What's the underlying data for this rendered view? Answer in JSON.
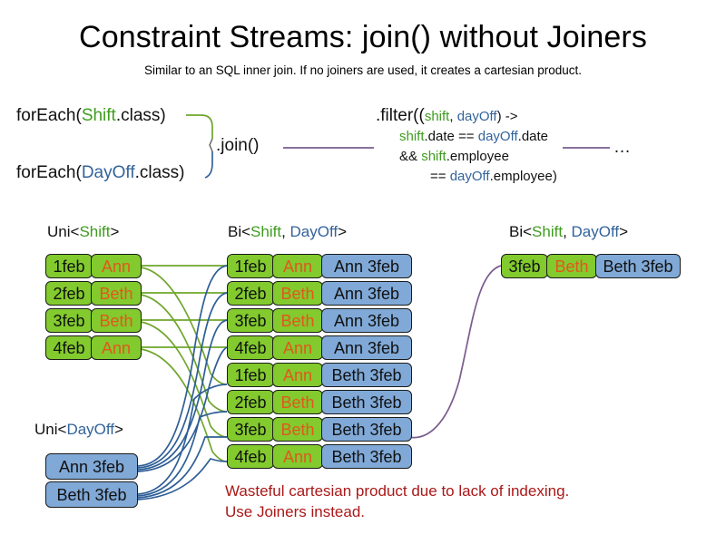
{
  "title": "Constraint Streams: join() without Joiners",
  "subtitle": "Similar to an SQL inner join. If no joiners are used, it creates a cartesian product.",
  "code": {
    "for_each_shift": {
      "prefix": "forEach(",
      "type": "Shift",
      "suffix": ".class)"
    },
    "for_each_dayoff": {
      "prefix": "forEach(",
      "type": "DayOff",
      "suffix": ".class)"
    },
    "join_label": ".join()",
    "ellipsis": "…",
    "filter": {
      "line1_a": ".filter((",
      "line1_shift": "shift",
      "line1_comma": ", ",
      "line1_dayoff": "dayOff",
      "line1_b": ") ->",
      "line2_shift": "shift",
      "line2_mid": ".date == ",
      "line2_dayoff": "dayOff",
      "line2_end": ".date",
      "line3_a": "&& ",
      "line3_shift": "shift",
      "line3_end": ".employee",
      "line4_a": "== ",
      "line4_dayoff": "dayOff",
      "line4_end": ".employee)"
    }
  },
  "captions": {
    "shift": {
      "pre": "Uni<",
      "type": "Shift",
      "post": ">"
    },
    "bi": {
      "pre": "Bi<",
      "type_a": "Shift",
      "sep": ", ",
      "type_b": "DayOff",
      "post": ">"
    },
    "dayoff": {
      "pre": "Uni<",
      "type": "DayOff",
      "post": ">"
    },
    "result": {
      "pre": "Bi<",
      "type_a": "Shift",
      "sep": ", ",
      "type_b": "DayOff",
      "post": ">"
    }
  },
  "streams": {
    "shift_rows": [
      {
        "date": "1feb",
        "name": "Ann"
      },
      {
        "date": "2feb",
        "name": "Beth"
      },
      {
        "date": "3feb",
        "name": "Beth"
      },
      {
        "date": "4feb",
        "name": "Ann"
      }
    ],
    "dayoff_rows": [
      {
        "label": "Ann 3feb"
      },
      {
        "label": "Beth 3feb"
      }
    ],
    "bi_rows": [
      {
        "date": "1feb",
        "name": "Ann",
        "dayoff": "Ann 3feb"
      },
      {
        "date": "2feb",
        "name": "Beth",
        "dayoff": "Ann 3feb"
      },
      {
        "date": "3feb",
        "name": "Beth",
        "dayoff": "Ann 3feb"
      },
      {
        "date": "4feb",
        "name": "Ann",
        "dayoff": "Ann 3feb"
      },
      {
        "date": "1feb",
        "name": "Ann",
        "dayoff": "Beth 3feb"
      },
      {
        "date": "2feb",
        "name": "Beth",
        "dayoff": "Beth 3feb"
      },
      {
        "date": "3feb",
        "name": "Beth",
        "dayoff": "Beth 3feb"
      },
      {
        "date": "4feb",
        "name": "Ann",
        "dayoff": "Beth 3feb"
      }
    ],
    "result_rows": [
      {
        "date": "3feb",
        "name": "Beth",
        "dayoff": "Beth 3feb"
      }
    ]
  },
  "warning": {
    "line1": "Wasteful cartesian product due to lack of indexing.",
    "line2": "Use Joiners instead."
  },
  "colors": {
    "shift_green": "#82CA2D",
    "dayoff_blue": "#80A9D7",
    "name_orange": "#E2571E",
    "type_green": "#3f9c1f",
    "type_blue": "#33639b",
    "warning_red": "#AB1818",
    "wire_green": "#6FA62C",
    "wire_blue": "#2E5E96",
    "wire_purple": "#7A5C8E"
  }
}
